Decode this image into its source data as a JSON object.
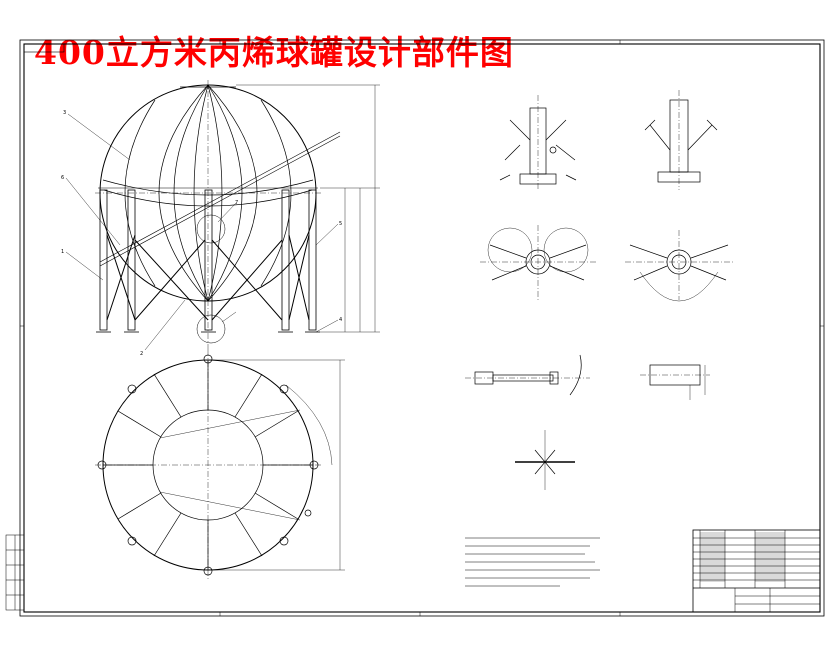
{
  "banner_title": "400立方米丙烯球罐设计部件图",
  "callouts": [
    "1",
    "2",
    "3",
    "4",
    "5",
    "6",
    "7"
  ],
  "colors": {
    "banner": "#ff0000",
    "lines": "#000000",
    "paper": "#ffffff"
  }
}
